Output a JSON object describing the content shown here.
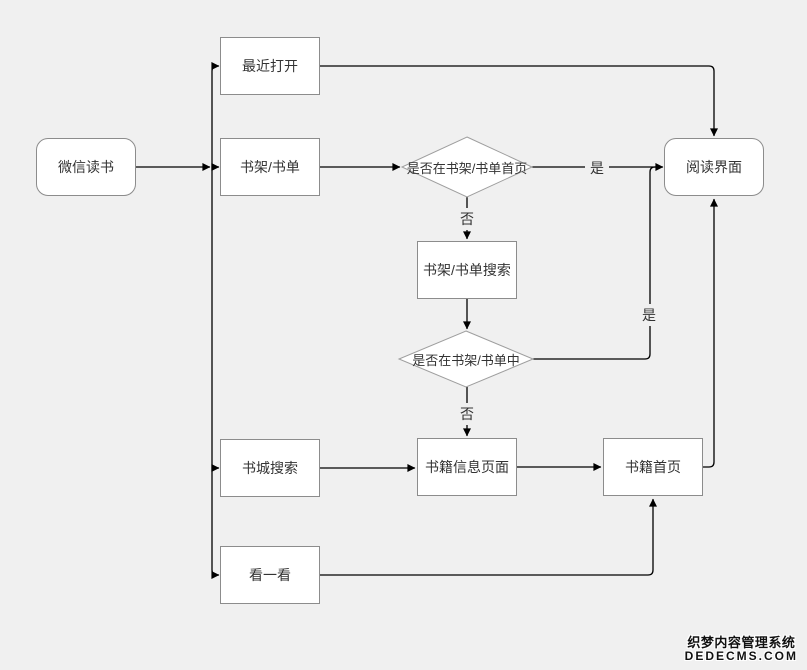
{
  "diagram": {
    "nodes": {
      "wechat_reading": "微信读书",
      "recently_opened": "最近打开",
      "bookshelf_booklist": "书架/书单",
      "decision_on_bookshelf_home": "是否在书架/书单首页",
      "reading_interface": "阅读界面",
      "bookshelf_booklist_search": "书架/书单搜索",
      "decision_in_bookshelf": "是否在书架/书单中",
      "bookstore_search": "书城搜索",
      "book_info_page": "书籍信息页面",
      "book_homepage": "书籍首页",
      "take_a_look": "看一看"
    },
    "edge_labels": {
      "yes_on_home": "是",
      "no_on_home": "否",
      "yes_in_list": "是",
      "no_in_list": "否"
    }
  },
  "watermark": {
    "line1": "织梦内容管理系统",
    "line2": "DEDECMS.COM"
  },
  "colors": {
    "background": "#f0f0f0",
    "node_fill": "#ffffff",
    "node_border": "#8c8c8c",
    "diamond_border": "#9e9e9e",
    "connector": "#000000",
    "text": "#333333"
  }
}
